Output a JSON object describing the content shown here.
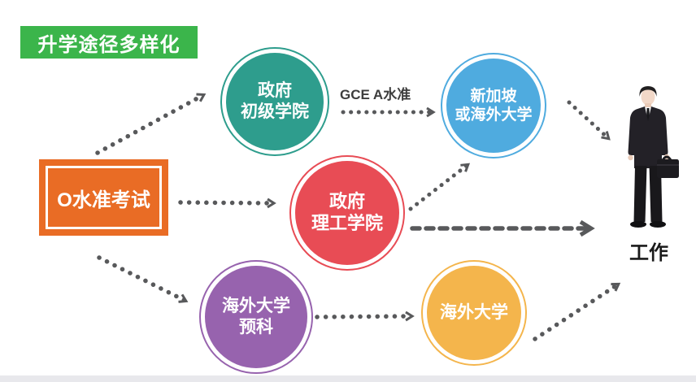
{
  "banner": {
    "label": "升学途径多样化",
    "bg": "#3bb54b"
  },
  "exam_box": {
    "label": "O水准考试",
    "bg": "#e96c25"
  },
  "nodes": [
    {
      "id": "government-junior-college",
      "line1": "政府",
      "line2": "初级学院",
      "color": "#2e9d8d"
    },
    {
      "id": "singapore-or-overseas-university",
      "line1": "新加坡",
      "line2": "或海外大学",
      "color": "#4fabdf"
    },
    {
      "id": "government-polytechnic",
      "line1": "政府",
      "line2": "理工学院",
      "color": "#e84c55"
    },
    {
      "id": "overseas-university-foundation",
      "line1": "海外大学",
      "line2": "预科",
      "color": "#9763ae"
    },
    {
      "id": "overseas-university",
      "line1": "海外大学",
      "line2": "",
      "color": "#f4b54c"
    }
  ],
  "edge_labels": {
    "gce_a_level": "GCE A水准"
  },
  "work_label": "工作",
  "arrow_color": "#58595b"
}
